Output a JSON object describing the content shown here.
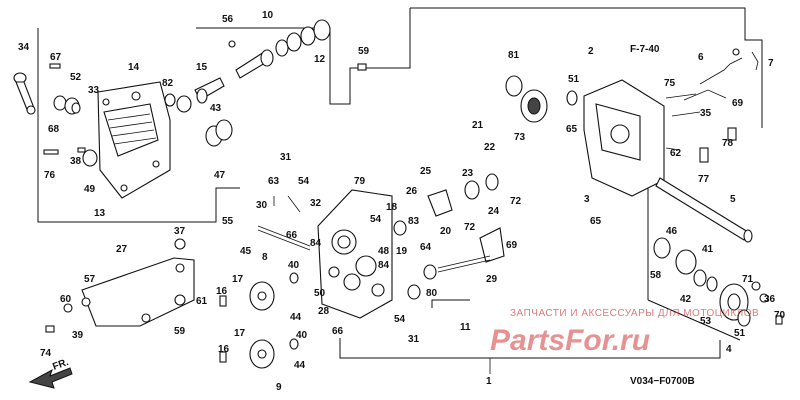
{
  "diagram": {
    "ref_code": "F-7-40",
    "drawing_code": "V034−F0700B",
    "direction_label": "FR.",
    "callouts": {
      "c1": "1",
      "c2": "2",
      "c3": "3",
      "c4": "4",
      "c5": "5",
      "c6": "6",
      "c7": "7",
      "c8": "8",
      "c9": "9",
      "c10": "10",
      "c11": "11",
      "c12": "12",
      "c13": "13",
      "c14": "14",
      "c15": "15",
      "c16": "16",
      "c17a": "17",
      "c17b": "17",
      "c18": "18",
      "c19": "19",
      "c20": "20",
      "c21": "21",
      "c22": "22",
      "c23": "23",
      "c24": "24",
      "c25": "25",
      "c26": "26",
      "c27": "27",
      "c28": "28",
      "c29": "29",
      "c30": "30",
      "c31a": "31",
      "c31b": "31",
      "c32": "32",
      "c33": "33",
      "c34": "34",
      "c35": "35",
      "c36": "36",
      "c37": "37",
      "c38": "38",
      "c39": "39",
      "c40a": "40",
      "c40b": "40",
      "c41": "41",
      "c42": "42",
      "c43": "43",
      "c44a": "44",
      "c44b": "44",
      "c45": "45",
      "c46": "46",
      "c47": "47",
      "c48": "48",
      "c49": "49",
      "c50": "50",
      "c51a": "51",
      "c51b": "51",
      "c52": "52",
      "c53": "53",
      "c54a": "54",
      "c54b": "54",
      "c55": "55",
      "c56": "56",
      "c57": "57",
      "c58": "58",
      "c59a": "59",
      "c59b": "59",
      "c60": "60",
      "c61": "61",
      "c62": "62",
      "c63": "63",
      "c64": "64",
      "c65a": "65",
      "c65b": "65",
      "c66a": "66",
      "c66b": "66",
      "c67": "67",
      "c68": "68",
      "c69a": "69",
      "c69b": "69",
      "c70": "70",
      "c71": "71",
      "c72a": "72",
      "c72b": "72",
      "c73": "73",
      "c74": "74",
      "c75": "75",
      "c76": "76",
      "c77": "77",
      "c78": "78",
      "c79": "79",
      "c80": "80",
      "c81": "81",
      "c82": "82",
      "c83": "83",
      "c84a": "84",
      "c84b": "84"
    }
  },
  "watermark": {
    "line1": "ЗАПЧАСТИ И АКСЕССУАРЫ ДЛЯ МОТОЦИКЛОВ",
    "logo": "PartsFor.ru"
  }
}
